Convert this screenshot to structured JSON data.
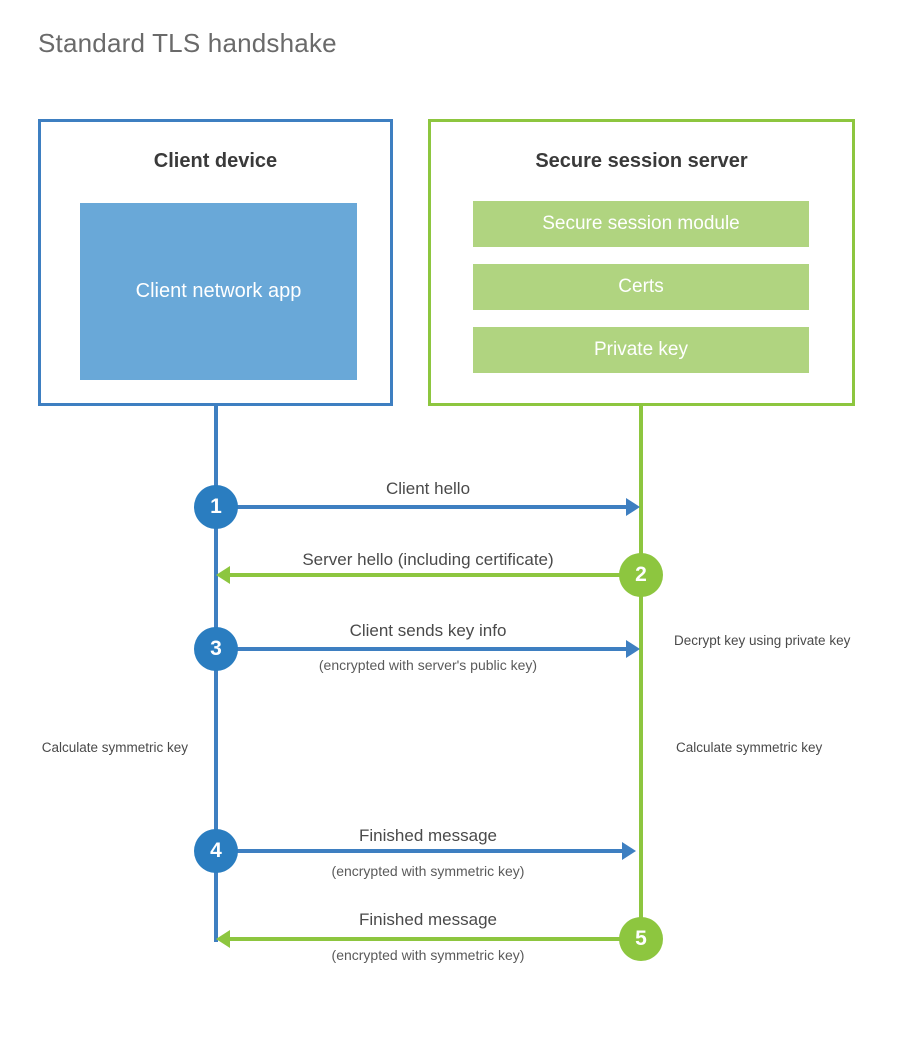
{
  "title": "Standard TLS handshake",
  "colors": {
    "blue_border": "#3E7FC1",
    "blue_fill": "#69A8D8",
    "blue_circle": "#2A7DC0",
    "green_border": "#8DC63F",
    "green_fill": "#B0D480",
    "green_circle": "#8DC63F",
    "title_gray": "#6A6A6A"
  },
  "client": {
    "title": "Client device",
    "app_label": "Client network app"
  },
  "server": {
    "title": "Secure session server",
    "components": [
      {
        "label": "Secure session module"
      },
      {
        "label": "Certs"
      },
      {
        "label": "Private key"
      }
    ]
  },
  "steps": [
    {
      "number": "1",
      "label": "Client hello",
      "sublabel": "",
      "direction": "client-to-server",
      "origin": "client"
    },
    {
      "number": "2",
      "label": "Server hello (including certificate)",
      "sublabel": "",
      "direction": "server-to-client",
      "origin": "server"
    },
    {
      "number": "3",
      "label": "Client sends key info",
      "sublabel": "(encrypted with server's public key)",
      "direction": "client-to-server",
      "origin": "client"
    },
    {
      "number": "4",
      "label": "Finished message",
      "sublabel": "(encrypted with symmetric key)",
      "direction": "client-to-server",
      "origin": "client"
    },
    {
      "number": "5",
      "label": "Finished message",
      "sublabel": "(encrypted with symmetric key)",
      "direction": "server-to-client",
      "origin": "server"
    }
  ],
  "notes": {
    "decrypt_key": "Decrypt key using private key",
    "client_calculate": "Calculate symmetric key",
    "server_calculate": "Calculate symmetric key"
  }
}
